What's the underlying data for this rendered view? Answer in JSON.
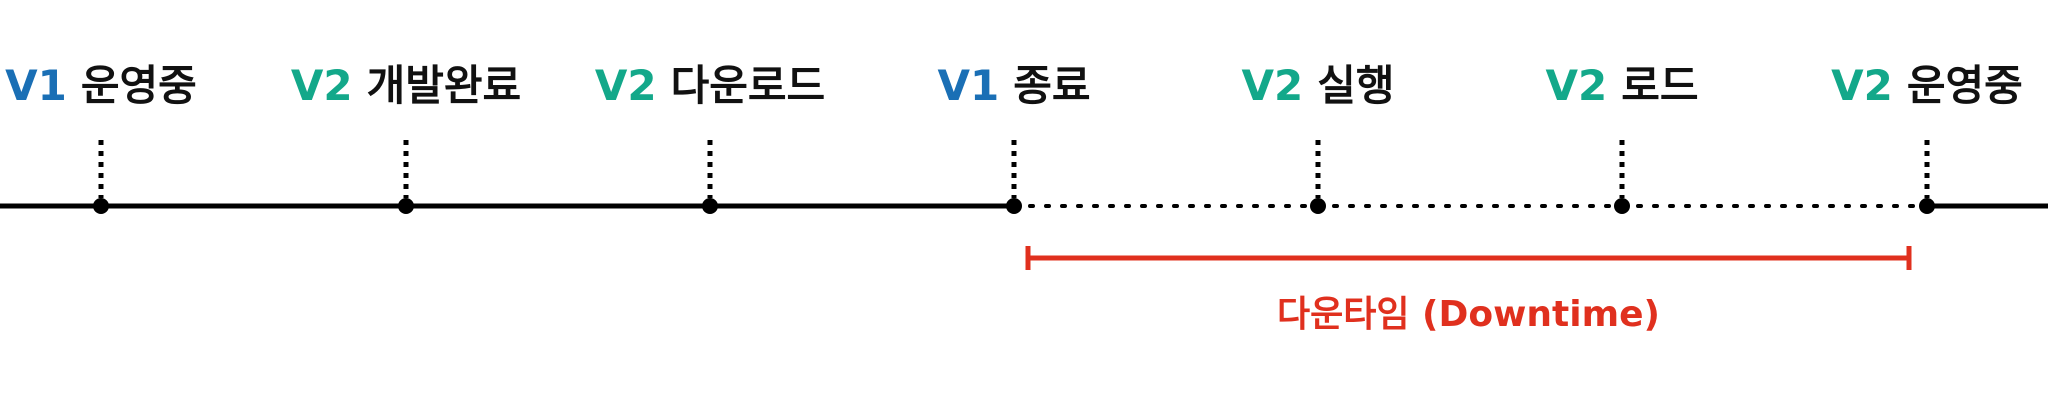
{
  "colors": {
    "v1": "#1a6fb5",
    "v2": "#13a88a",
    "text": "#111111",
    "line": "#000000",
    "downtime": "#e0301e"
  },
  "events": [
    {
      "version": "V1",
      "label": "운영중",
      "color_key": "v1"
    },
    {
      "version": "V2",
      "label": "개발완료",
      "color_key": "v2"
    },
    {
      "version": "V2",
      "label": "다운로드",
      "color_key": "v2"
    },
    {
      "version": "V1",
      "label": "종료",
      "color_key": "v1"
    },
    {
      "version": "V2",
      "label": "실행",
      "color_key": "v2"
    },
    {
      "version": "V2",
      "label": "로드",
      "color_key": "v2"
    },
    {
      "version": "V2",
      "label": "운영중",
      "color_key": "v2"
    }
  ],
  "downtime": {
    "label": "다운타임 (Downtime)",
    "from_event": 3,
    "to_event": 6
  }
}
